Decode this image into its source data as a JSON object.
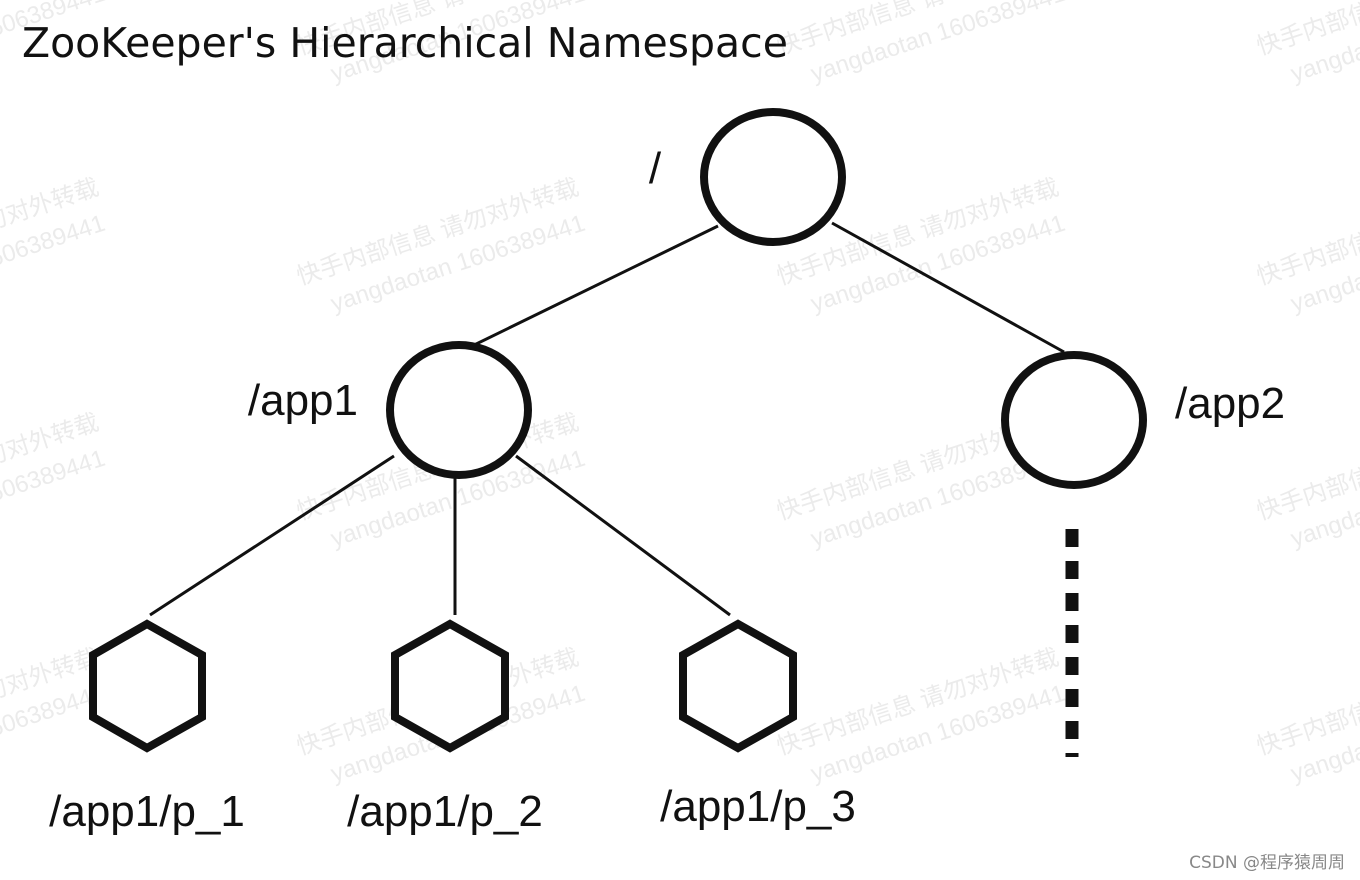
{
  "title": "ZooKeeper's Hierarchical Namespace",
  "nodes": [
    {
      "id": "root",
      "label": "/",
      "shape": "circle"
    },
    {
      "id": "app1",
      "label": "/app1",
      "shape": "circle"
    },
    {
      "id": "app2",
      "label": "/app2",
      "shape": "circle"
    },
    {
      "id": "p1",
      "label": "/app1/p_1",
      "shape": "hexagon"
    },
    {
      "id": "p2",
      "label": "/app1/p_2",
      "shape": "hexagon"
    },
    {
      "id": "p3",
      "label": "/app1/p_3",
      "shape": "hexagon"
    }
  ],
  "edges": [
    {
      "from": "root",
      "to": "app1"
    },
    {
      "from": "root",
      "to": "app2"
    },
    {
      "from": "app1",
      "to": "p1"
    },
    {
      "from": "app1",
      "to": "p2"
    },
    {
      "from": "app1",
      "to": "p3"
    }
  ],
  "continuation": {
    "from": "app2",
    "style": "dashed"
  },
  "watermark": {
    "line1": "快手内部信息 请勿对外转载",
    "line2": "yangdaotan 1606389441"
  },
  "credit": "CSDN @程序猿周周",
  "colors": {
    "stroke": "#111111",
    "text": "#111111",
    "watermark": "#ebebeb",
    "credit": "#888888",
    "background": "#ffffff"
  }
}
